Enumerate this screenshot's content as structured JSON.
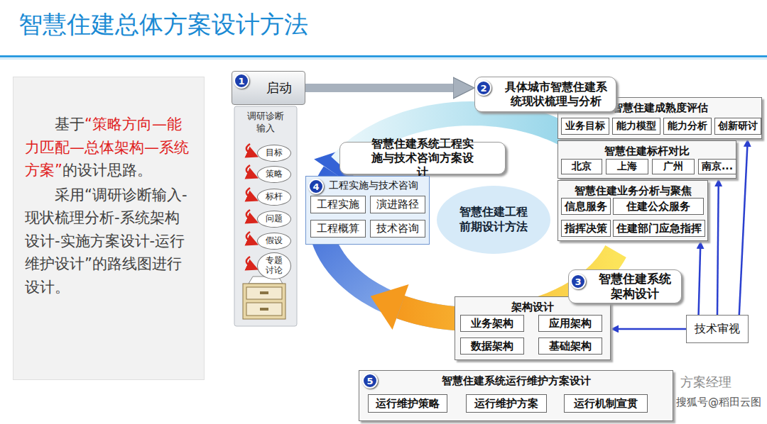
{
  "diagram": {
    "title": "智慧住建总体方案设计方法",
    "nodes": [
      {
        "text": [
          "基于",
          "“策略方向—能力匹配—总体架构—系统方案”",
          "的设计思路。",
          "采用“调研诊断输入-现状梳理分析-系统架构设计-实施方案设计-运行维护设计”的路线图进行设计。"
        ]
      },
      {
        "text": [
          "启动"
        ]
      },
      {
        "text": [
          "调研诊断输入"
        ]
      },
      {
        "text": [
          "目标"
        ],
        "in": 2
      },
      {
        "text": [
          "策略"
        ],
        "in": 2
      },
      {
        "text": [
          "标杆"
        ],
        "in": 2
      },
      {
        "text": [
          "问题"
        ],
        "in": 2
      },
      {
        "text": [
          "假设"
        ],
        "in": 2
      },
      {
        "text": [
          "专题讨论"
        ],
        "in": 2
      },
      {
        "text": [
          "具体城市智慧住建系统现状梳理与分析"
        ]
      },
      {
        "text": [
          "智慧住建成熟度评估"
        ]
      },
      {
        "text": [
          "业务目标"
        ],
        "in": 10
      },
      {
        "text": [
          "能力模型"
        ],
        "in": 10
      },
      {
        "text": [
          "能力分析"
        ],
        "in": 10
      },
      {
        "text": [
          "创新研讨"
        ],
        "in": 10
      },
      {
        "text": [
          "智慧住建标杆对比"
        ]
      },
      {
        "text": [
          "北京"
        ],
        "in": 15
      },
      {
        "text": [
          "上海"
        ],
        "in": 15
      },
      {
        "text": [
          "广州"
        ],
        "in": 15
      },
      {
        "text": [
          "南京..."
        ],
        "in": 15
      },
      {
        "text": [
          "智慧住建业务分析与聚焦"
        ]
      },
      {
        "text": [
          "信息服务"
        ],
        "in": 20
      },
      {
        "text": [
          "住建公众服务"
        ],
        "in": 20
      },
      {
        "text": [
          "指挥决策"
        ],
        "in": 20
      },
      {
        "text": [
          "住建部门应急指挥"
        ],
        "in": 20
      },
      {
        "text": [
          "智慧住建系统工程实施与技术咨询方案设计"
        ]
      },
      {
        "text": [
          "工程实施与技术咨询"
        ]
      },
      {
        "text": [
          "工程实施"
        ],
        "in": 26
      },
      {
        "text": [
          "演进路径"
        ],
        "in": 26
      },
      {
        "text": [
          "工程概算"
        ],
        "in": 26
      },
      {
        "text": [
          "技术咨询"
        ],
        "in": 26
      },
      {
        "text": [
          "智慧住建工程前期设计方法"
        ]
      },
      {
        "text": [
          "智慧住建系统架构设计"
        ]
      },
      {
        "text": [
          "架构设计"
        ]
      },
      {
        "text": [
          "业务架构"
        ],
        "in": 33
      },
      {
        "text": [
          "应用架构"
        ],
        "in": 33
      },
      {
        "text": [
          "数据架构"
        ],
        "in": 33
      },
      {
        "text": [
          "基础架构"
        ],
        "in": 33
      },
      {
        "text": [
          "技术审视"
        ]
      },
      {
        "text": [
          "智慧住建系统运行维护方案设计"
        ]
      },
      {
        "text": [
          "运行维护策略"
        ],
        "in": 39
      },
      {
        "text": [
          "运行维护方案"
        ],
        "in": 39
      },
      {
        "text": [
          "运行机制宣贯"
        ],
        "in": 39
      }
    ],
    "edges": [
      {
        "from": 1,
        "to": 9,
        "arrow": "to"
      },
      {
        "from": 38,
        "to": 33,
        "arrow": "to"
      },
      {
        "from": 38,
        "to": 20,
        "arrow": "to"
      },
      {
        "from": 38,
        "to": 15,
        "arrow": "to"
      },
      {
        "from": 38,
        "to": 10,
        "arrow": "to"
      }
    ],
    "labels": [
      "1",
      "2",
      "3",
      "4",
      "5",
      "方案经理",
      "搜狐号@稻田云图"
    ]
  }
}
